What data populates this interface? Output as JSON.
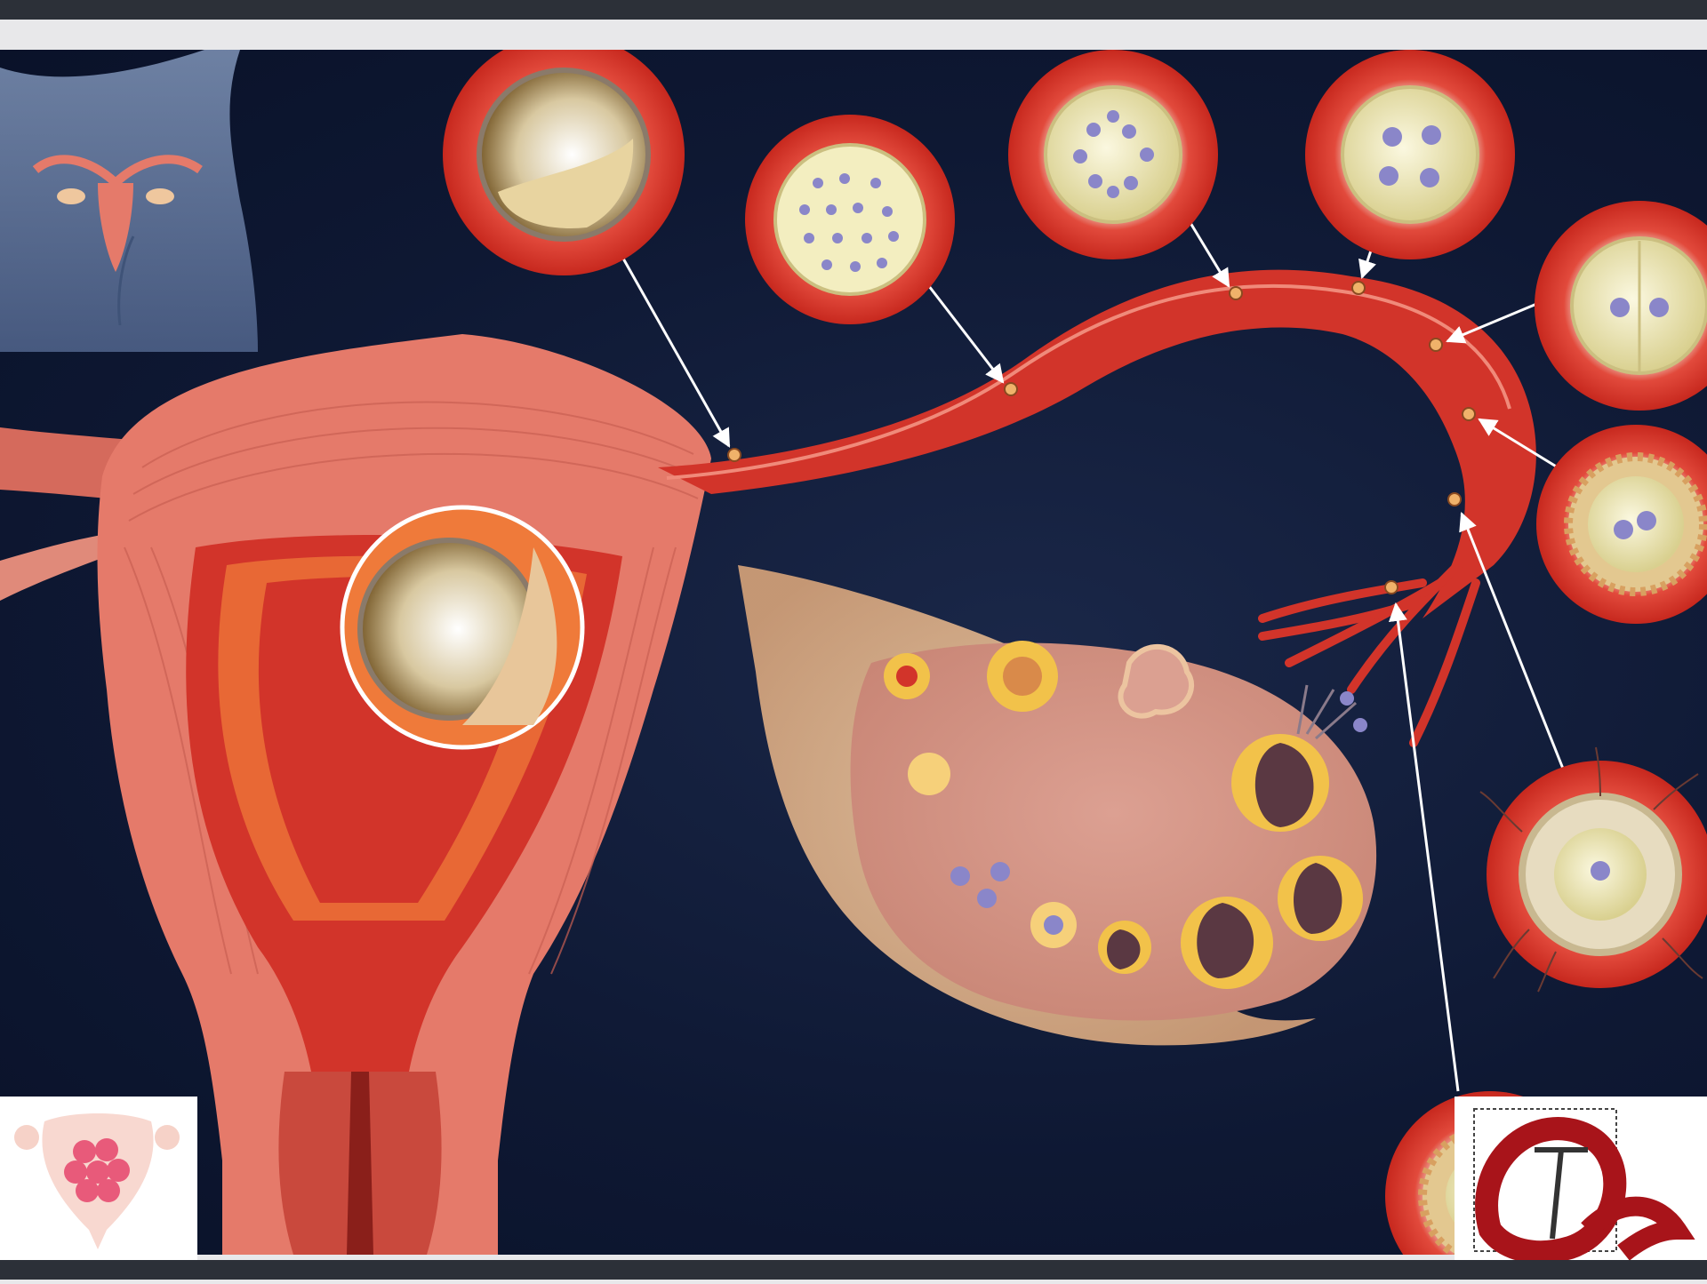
{
  "figure": {
    "subject": "uterus-fallopian-tube-ovary",
    "stages": [
      {
        "id": "blastocyst-implanting"
      },
      {
        "id": "blastocyst-hatching"
      },
      {
        "id": "morula"
      },
      {
        "id": "eight-cell"
      },
      {
        "id": "four-cell"
      },
      {
        "id": "two-cell"
      },
      {
        "id": "pronuclei"
      },
      {
        "id": "fertilization"
      },
      {
        "id": "ovulated-oocyte"
      }
    ]
  },
  "colors": {
    "background": "#0e1833",
    "tissue": "#e57a6a",
    "tissue_dark": "#c9493d",
    "lumen": "#d2342a",
    "bubble_ring": "#d93a2c",
    "yolk": "#f3eec0",
    "nucleus": "#8a86c9",
    "follicle_gold": "#e8b84a",
    "oocyte_dark": "#5a3842"
  },
  "icons": {
    "left_logo": "uterus-embryo-logo",
    "right_logo": "university-seal-logo"
  }
}
